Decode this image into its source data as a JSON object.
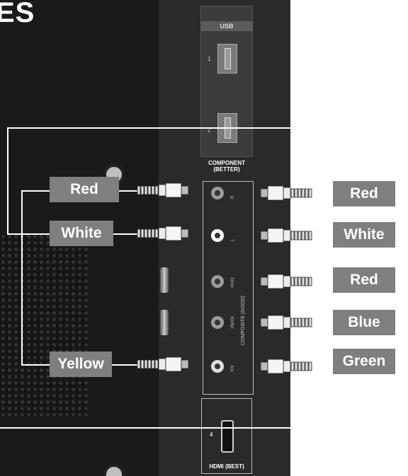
{
  "title": "ES",
  "usb": {
    "header": "USB",
    "ports": [
      "1",
      "2"
    ]
  },
  "component": {
    "label_line1": "COMPONENT",
    "label_line2": "(BETTER)",
    "composite_label": "COMPOSITE (GOOD)",
    "jacks": [
      {
        "label": "R",
        "color": "#9a9a9a"
      },
      {
        "label": "L",
        "color": "#ffffff"
      },
      {
        "label": "Pr/Cr",
        "color": "#9a9a9a"
      },
      {
        "label": "Pb/Cb",
        "color": "#9a9a9a"
      },
      {
        "label": "Y/V",
        "color": "#dddddd"
      }
    ]
  },
  "hdmi": {
    "label": "HDMI (BEST)",
    "port_number": "4"
  },
  "left_tags": [
    "Red",
    "White",
    "Yellow"
  ],
  "right_tags": [
    "Red",
    "White",
    "Red",
    "Blue",
    "Green"
  ],
  "colors": {
    "tv_body": "#1a1a1a",
    "panel": "#2a2a2a",
    "tag": "#7f7f7f",
    "wire": "#ffffff"
  }
}
